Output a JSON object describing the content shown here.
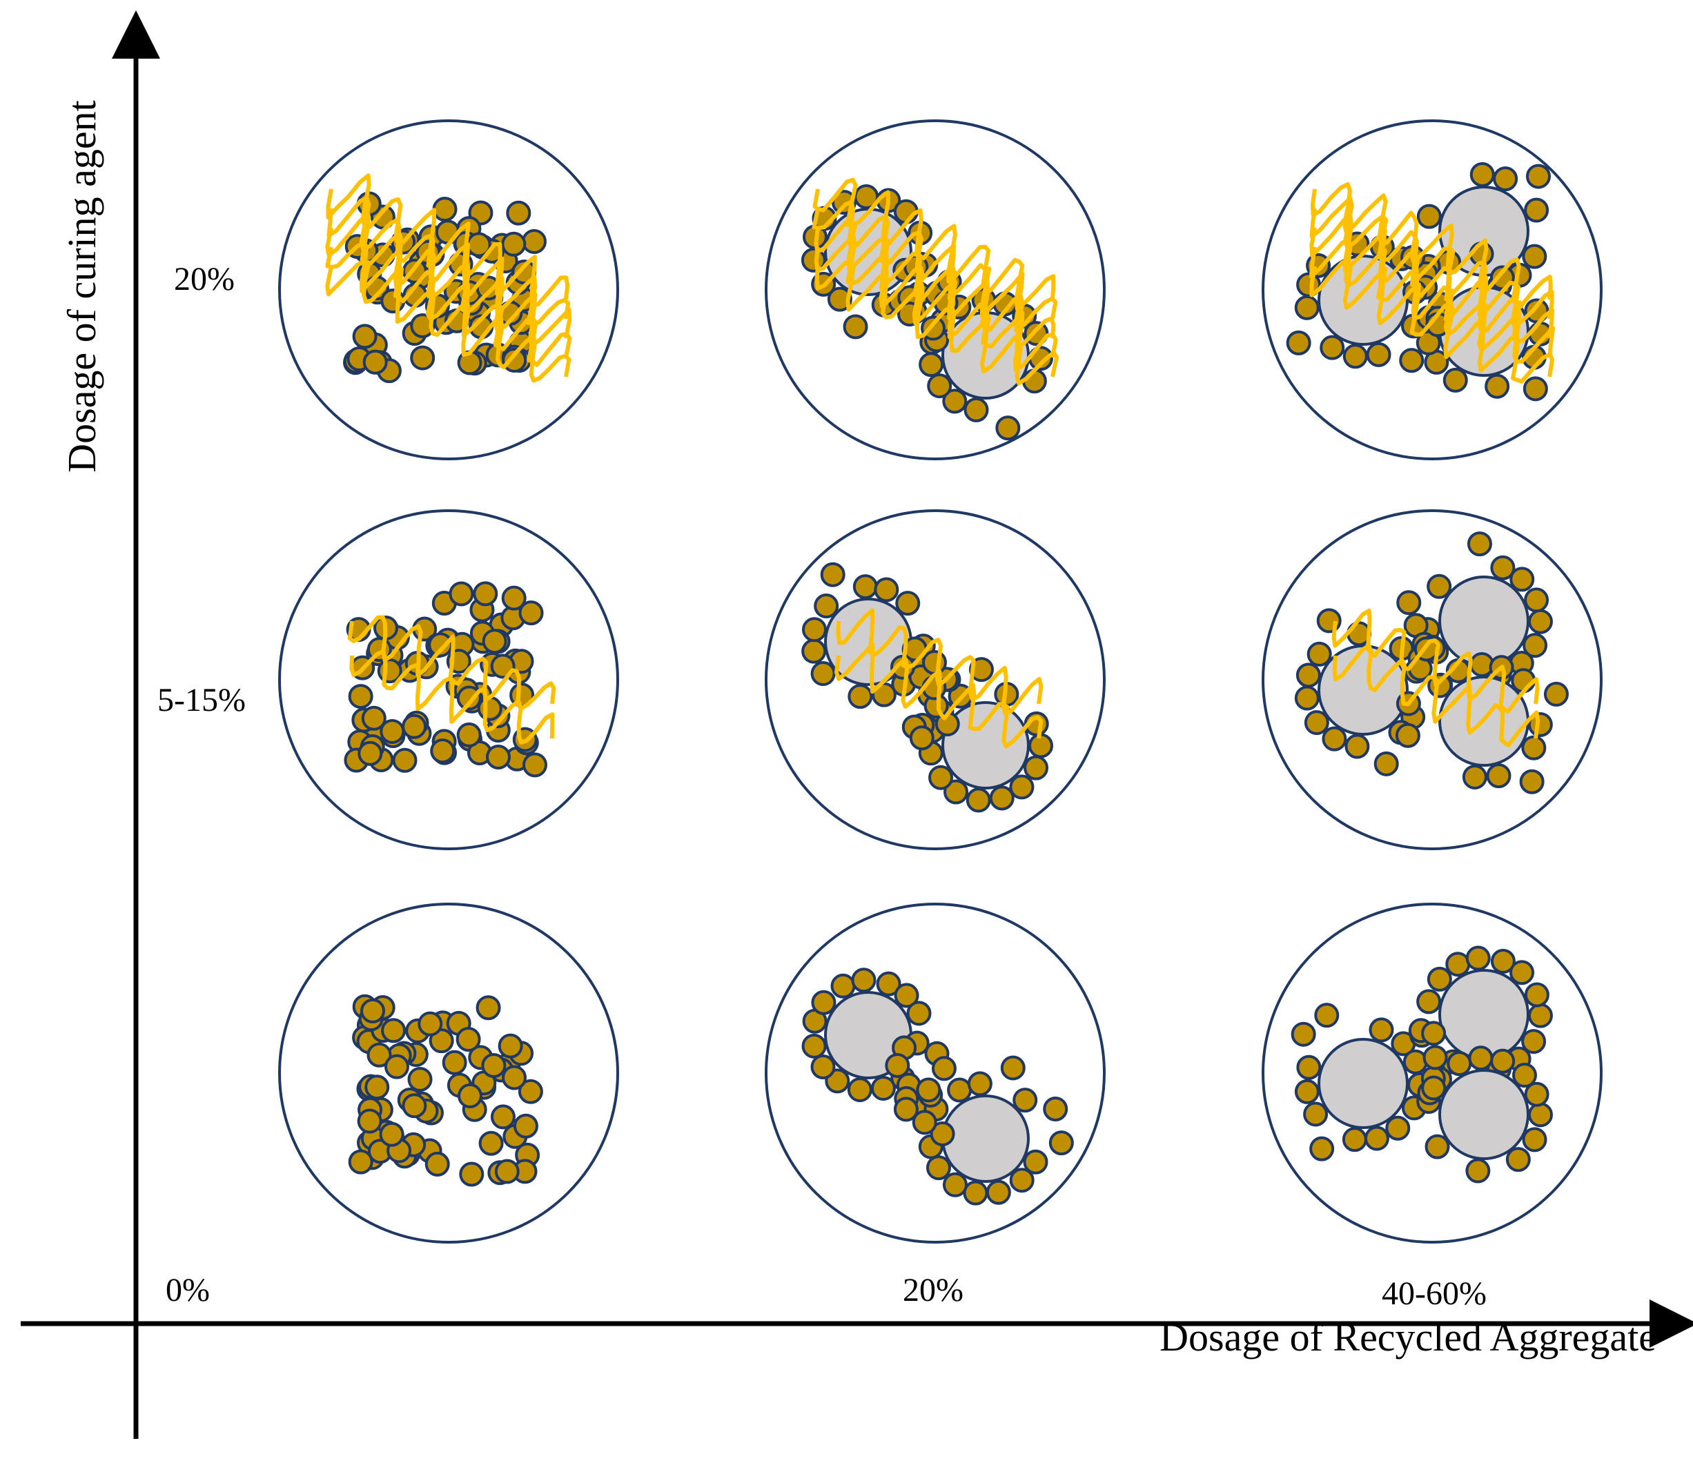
{
  "axes": {
    "y_label": "Dosage of curing agent",
    "x_label": "Dosage of Recycled Aggregate",
    "origin_label": "0%",
    "y_levels": [
      "20%",
      "5-15%"
    ],
    "x_levels": [
      "20%",
      "40-60%"
    ]
  },
  "legend_free_cells": [
    {
      "row": "20%",
      "col": "0%"
    },
    {
      "row": "20%",
      "col": "20%"
    },
    {
      "row": "20%",
      "col": "40-60%"
    },
    {
      "row": "5-15%",
      "col": "0%"
    },
    {
      "row": "5-15%",
      "col": "20%"
    },
    {
      "row": "5-15%",
      "col": "40-60%"
    },
    {
      "row": "0%",
      "col": "0%"
    },
    {
      "row": "0%",
      "col": "20%"
    },
    {
      "row": "0%",
      "col": "40-60%"
    }
  ],
  "colors": {
    "axis": "#000000",
    "circle_stroke": "#1f3864",
    "particle_fill": "#bf8f00",
    "particle_stroke": "#1f3864",
    "aggregate_fill": "#d0cece",
    "fiber": "#ffc000"
  }
}
